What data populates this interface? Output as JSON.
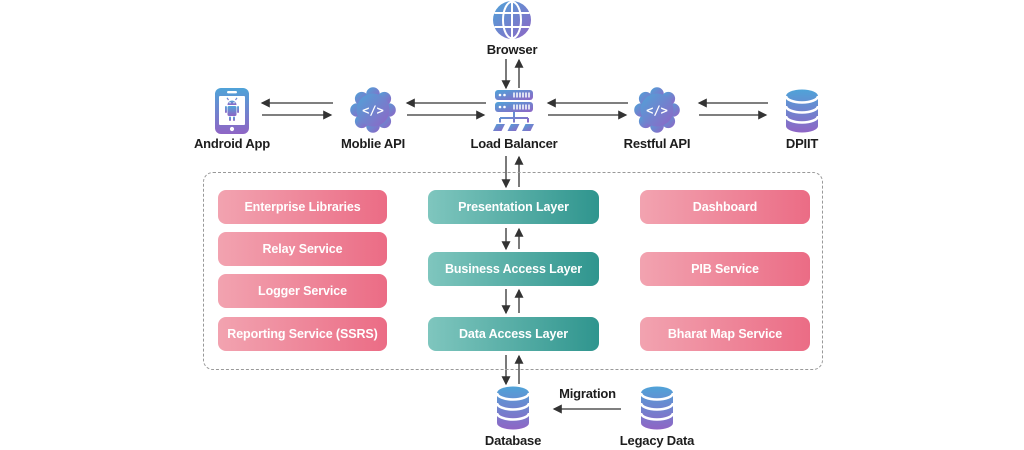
{
  "nodes": {
    "browser": {
      "label": "Browser"
    },
    "android_app": {
      "label": "Android App"
    },
    "mobile_api": {
      "label": "Moblie API"
    },
    "load_balancer": {
      "label": "Load Balancer"
    },
    "restful_api": {
      "label": "Restful API"
    },
    "dpiit": {
      "label": "DPIIT"
    },
    "database": {
      "label": "Database"
    },
    "legacy_data": {
      "label": "Legacy Data"
    }
  },
  "app_box": {
    "left_services": [
      "Enterprise Libraries",
      "Relay Service",
      "Logger Service",
      "Reporting Service (SSRS)"
    ],
    "layers": [
      "Presentation Layer",
      "Business Access Layer",
      "Data Access Layer"
    ],
    "right_services": [
      "Dashboard",
      "PIB Service",
      "Bharat Map Service"
    ]
  },
  "migration_label": "Migration",
  "icons": {
    "api_glyph": "</>",
    "names": [
      "globe-icon",
      "android-phone-icon",
      "api-gear-icon",
      "load-balancer-icon",
      "database-icon"
    ]
  },
  "colors": {
    "icon_gradient_start": "#4fa3d8",
    "icon_gradient_end": "#8f65c5",
    "pink_start": "#f2a3b0",
    "pink_end": "#eb6c85",
    "teal_start": "#7fc6be",
    "teal_end": "#2f958e",
    "arrow": "#333333",
    "label_text": "#1d1d1d",
    "dashed_border": "#999999"
  }
}
